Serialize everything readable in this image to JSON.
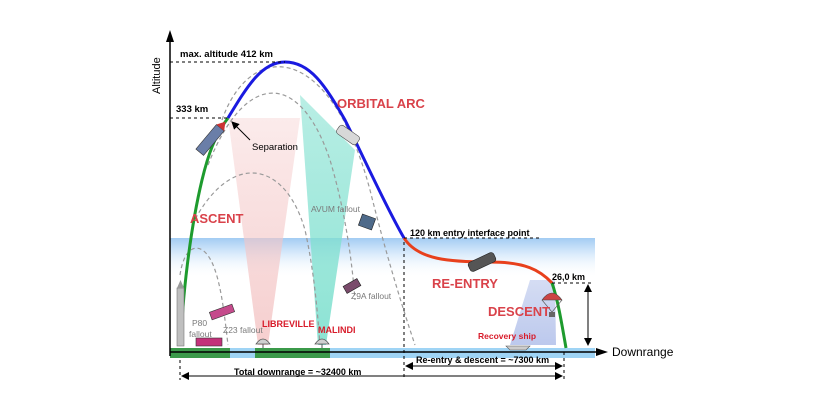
{
  "axes": {
    "y_label": "Altitude",
    "x_label": "Downrange"
  },
  "altitude_marks": {
    "max": "max. altitude 412 km",
    "separation": "333 km",
    "entry_interface": "120 km entry interface point",
    "descent": "26,0 km"
  },
  "phases": {
    "ascent": "ASCENT",
    "orbital_arc": "ORBITAL ARC",
    "re_entry": "RE-ENTRY",
    "descent": "DESCENT"
  },
  "events": {
    "separation": "Separation",
    "avum_fallout": "AVUM fallout",
    "z9a_fallout": "Z9A fallout",
    "z23_fallout": "Z23 fallout",
    "p80_fallout_line1": "P80",
    "p80_fallout_line2": "fallout"
  },
  "stations": {
    "libreville": "LIBREVILLE",
    "malindi": "MALINDI",
    "recovery_ship": "Recovery ship"
  },
  "distances": {
    "total": "Total downrange = ~32400 km",
    "reentry_descent": "Re-entry & descent = ~7300 km"
  },
  "colors": {
    "ascent": "#1e9b2e",
    "orbital": "#1a1ae0",
    "reentry": "#e8401c",
    "descent_tail": "#1e9b2e",
    "phase_label": "#d9424a",
    "station_label": "#d81b2a",
    "atmosphere": "#9ec9f2",
    "ground": "#3b9a4a",
    "coverage_libreville": "#f4c6c6",
    "coverage_malindi": "#7fe0cf",
    "coverage_descent": "#b9c6ec"
  }
}
